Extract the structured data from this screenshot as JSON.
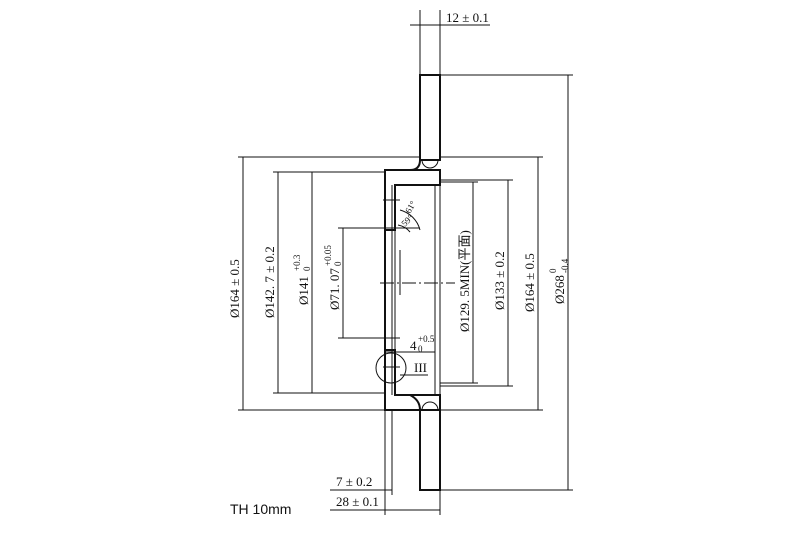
{
  "drawing": {
    "note": "TH 10mm",
    "dims": {
      "top_thickness": "12 ± 0.1",
      "left_od": "Ø164 ± 0.5",
      "left_pilot": "Ø142. 7 ± 0.2",
      "left_bore": "Ø141",
      "left_bore_tol_upper": "+0.3",
      "left_bore_tol_lower": "0",
      "center_bore": "Ø71. 07",
      "center_bore_tol_upper": "+0.05",
      "center_bore_tol_lower": "0",
      "angle_outer": "61°",
      "angle_inner": "59°",
      "groove_depth": "4",
      "groove_tol_upper": "+0.5",
      "groove_tol_lower": "0",
      "detail_ref": "III",
      "min_face": "Ø129. 5MIN(平面)",
      "hat_inner": "Ø133 ± 0.2",
      "right_od": "Ø164 ± 0.5",
      "outer_dia": "Ø268",
      "outer_dia_tol_upper": "0",
      "outer_dia_tol_lower": "-0.4",
      "bottom_small": "7 ± 0.2",
      "bottom_height": "28 ± 0.1"
    }
  }
}
